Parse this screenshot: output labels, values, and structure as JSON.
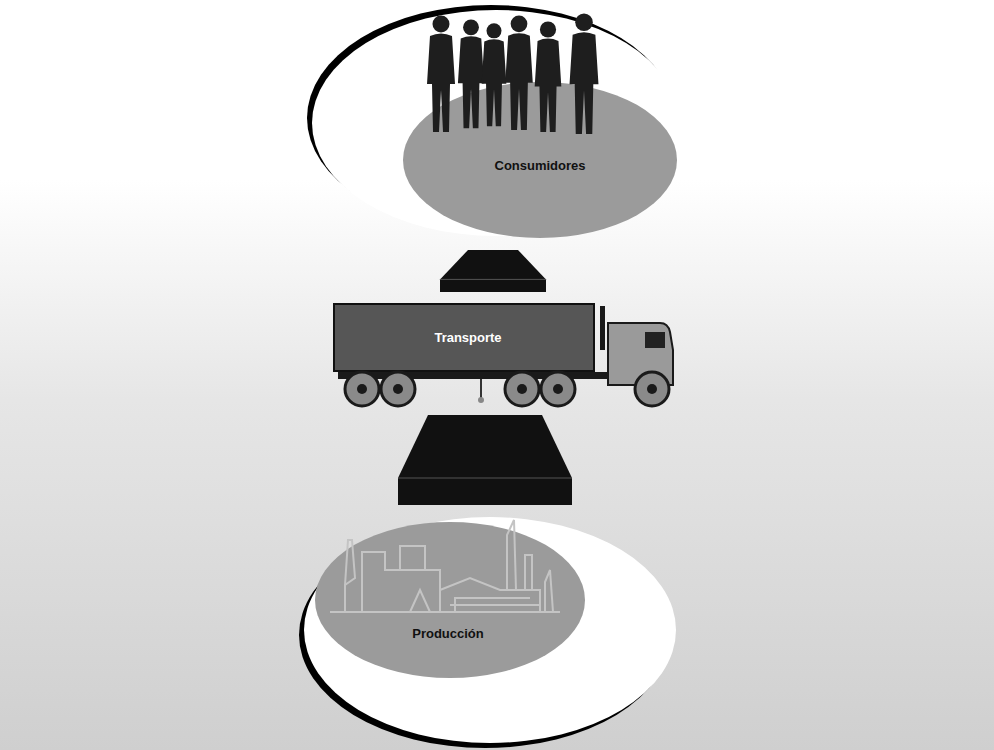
{
  "diagram": {
    "nodes": [
      {
        "text": [
          "Consumidores"
        ]
      },
      {
        "text": [
          "Transporte"
        ]
      },
      {
        "text": [
          "Producción"
        ]
      }
    ],
    "edges": [
      {
        "from": 2,
        "to": 1,
        "arrow": "to"
      },
      {
        "from": 1,
        "to": 0,
        "arrow": "to"
      }
    ]
  }
}
